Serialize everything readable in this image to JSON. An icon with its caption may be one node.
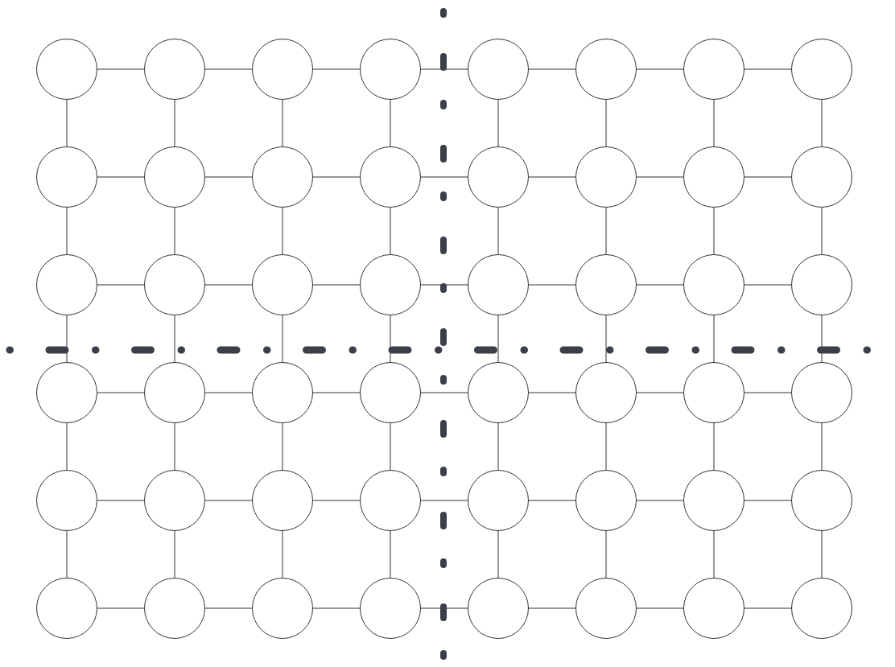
{
  "diagram": {
    "nodes": [
      {
        "text": [],
        "shape": "circle"
      },
      {
        "text": [],
        "shape": "circle"
      },
      {
        "text": [],
        "shape": "circle"
      },
      {
        "text": [],
        "shape": "circle"
      },
      {
        "text": [],
        "shape": "circle"
      },
      {
        "text": [],
        "shape": "circle"
      },
      {
        "text": [],
        "shape": "circle"
      },
      {
        "text": [],
        "shape": "circle"
      },
      {
        "text": [],
        "shape": "circle"
      },
      {
        "text": [],
        "shape": "circle"
      },
      {
        "text": [],
        "shape": "circle"
      },
      {
        "text": [],
        "shape": "circle"
      },
      {
        "text": [],
        "shape": "circle"
      },
      {
        "text": [],
        "shape": "circle"
      },
      {
        "text": [],
        "shape": "circle"
      },
      {
        "text": [],
        "shape": "circle"
      },
      {
        "text": [],
        "shape": "circle"
      },
      {
        "text": [],
        "shape": "circle"
      },
      {
        "text": [],
        "shape": "circle"
      },
      {
        "text": [],
        "shape": "circle"
      },
      {
        "text": [],
        "shape": "circle"
      },
      {
        "text": [],
        "shape": "circle"
      },
      {
        "text": [],
        "shape": "circle"
      },
      {
        "text": [],
        "shape": "circle"
      },
      {
        "text": [],
        "shape": "circle"
      },
      {
        "text": [],
        "shape": "circle"
      },
      {
        "text": [],
        "shape": "circle"
      },
      {
        "text": [],
        "shape": "circle"
      },
      {
        "text": [],
        "shape": "circle"
      },
      {
        "text": [],
        "shape": "circle"
      },
      {
        "text": [],
        "shape": "circle"
      },
      {
        "text": [],
        "shape": "circle"
      },
      {
        "text": [],
        "shape": "circle"
      },
      {
        "text": [],
        "shape": "circle"
      },
      {
        "text": [],
        "shape": "circle"
      },
      {
        "text": [],
        "shape": "circle"
      },
      {
        "text": [],
        "shape": "circle"
      },
      {
        "text": [],
        "shape": "circle"
      },
      {
        "text": [],
        "shape": "circle"
      },
      {
        "text": [],
        "shape": "circle"
      },
      {
        "text": [],
        "shape": "circle"
      },
      {
        "text": [],
        "shape": "circle"
      },
      {
        "text": [],
        "shape": "circle"
      },
      {
        "text": [],
        "shape": "circle"
      },
      {
        "text": [],
        "shape": "circle"
      },
      {
        "text": [],
        "shape": "circle"
      },
      {
        "text": [],
        "shape": "circle"
      },
      {
        "text": [],
        "shape": "circle"
      }
    ],
    "edges": [
      {
        "from": 0,
        "to": 1,
        "arrow": "none"
      },
      {
        "from": 1,
        "to": 2,
        "arrow": "none"
      },
      {
        "from": 2,
        "to": 3,
        "arrow": "none"
      },
      {
        "from": 3,
        "to": 4,
        "arrow": "none"
      },
      {
        "from": 4,
        "to": 5,
        "arrow": "none"
      },
      {
        "from": 5,
        "to": 6,
        "arrow": "none"
      },
      {
        "from": 6,
        "to": 7,
        "arrow": "none"
      },
      {
        "from": 8,
        "to": 9,
        "arrow": "none"
      },
      {
        "from": 9,
        "to": 10,
        "arrow": "none"
      },
      {
        "from": 10,
        "to": 11,
        "arrow": "none"
      },
      {
        "from": 11,
        "to": 12,
        "arrow": "none"
      },
      {
        "from": 12,
        "to": 13,
        "arrow": "none"
      },
      {
        "from": 13,
        "to": 14,
        "arrow": "none"
      },
      {
        "from": 14,
        "to": 15,
        "arrow": "none"
      },
      {
        "from": 16,
        "to": 17,
        "arrow": "none"
      },
      {
        "from": 17,
        "to": 18,
        "arrow": "none"
      },
      {
        "from": 18,
        "to": 19,
        "arrow": "none"
      },
      {
        "from": 19,
        "to": 20,
        "arrow": "none"
      },
      {
        "from": 20,
        "to": 21,
        "arrow": "none"
      },
      {
        "from": 21,
        "to": 22,
        "arrow": "none"
      },
      {
        "from": 22,
        "to": 23,
        "arrow": "none"
      },
      {
        "from": 24,
        "to": 25,
        "arrow": "none"
      },
      {
        "from": 25,
        "to": 26,
        "arrow": "none"
      },
      {
        "from": 26,
        "to": 27,
        "arrow": "none"
      },
      {
        "from": 27,
        "to": 28,
        "arrow": "none"
      },
      {
        "from": 28,
        "to": 29,
        "arrow": "none"
      },
      {
        "from": 29,
        "to": 30,
        "arrow": "none"
      },
      {
        "from": 30,
        "to": 31,
        "arrow": "none"
      },
      {
        "from": 32,
        "to": 33,
        "arrow": "none"
      },
      {
        "from": 33,
        "to": 34,
        "arrow": "none"
      },
      {
        "from": 34,
        "to": 35,
        "arrow": "none"
      },
      {
        "from": 35,
        "to": 36,
        "arrow": "none"
      },
      {
        "from": 36,
        "to": 37,
        "arrow": "none"
      },
      {
        "from": 37,
        "to": 38,
        "arrow": "none"
      },
      {
        "from": 38,
        "to": 39,
        "arrow": "none"
      },
      {
        "from": 40,
        "to": 41,
        "arrow": "none"
      },
      {
        "from": 41,
        "to": 42,
        "arrow": "none"
      },
      {
        "from": 42,
        "to": 43,
        "arrow": "none"
      },
      {
        "from": 43,
        "to": 44,
        "arrow": "none"
      },
      {
        "from": 44,
        "to": 45,
        "arrow": "none"
      },
      {
        "from": 45,
        "to": 46,
        "arrow": "none"
      },
      {
        "from": 46,
        "to": 47,
        "arrow": "none"
      },
      {
        "from": 0,
        "to": 8,
        "arrow": "none"
      },
      {
        "from": 8,
        "to": 16,
        "arrow": "none"
      },
      {
        "from": 16,
        "to": 24,
        "arrow": "none"
      },
      {
        "from": 24,
        "to": 32,
        "arrow": "none"
      },
      {
        "from": 32,
        "to": 40,
        "arrow": "none"
      },
      {
        "from": 1,
        "to": 9,
        "arrow": "none"
      },
      {
        "from": 9,
        "to": 17,
        "arrow": "none"
      },
      {
        "from": 17,
        "to": 25,
        "arrow": "none"
      },
      {
        "from": 25,
        "to": 33,
        "arrow": "none"
      },
      {
        "from": 33,
        "to": 41,
        "arrow": "none"
      },
      {
        "from": 2,
        "to": 10,
        "arrow": "none"
      },
      {
        "from": 10,
        "to": 18,
        "arrow": "none"
      },
      {
        "from": 18,
        "to": 26,
        "arrow": "none"
      },
      {
        "from": 26,
        "to": 34,
        "arrow": "none"
      },
      {
        "from": 34,
        "to": 42,
        "arrow": "none"
      },
      {
        "from": 3,
        "to": 11,
        "arrow": "none"
      },
      {
        "from": 11,
        "to": 19,
        "arrow": "none"
      },
      {
        "from": 19,
        "to": 27,
        "arrow": "none"
      },
      {
        "from": 27,
        "to": 35,
        "arrow": "none"
      },
      {
        "from": 35,
        "to": 43,
        "arrow": "none"
      },
      {
        "from": 4,
        "to": 12,
        "arrow": "none"
      },
      {
        "from": 12,
        "to": 20,
        "arrow": "none"
      },
      {
        "from": 20,
        "to": 28,
        "arrow": "none"
      },
      {
        "from": 28,
        "to": 36,
        "arrow": "none"
      },
      {
        "from": 36,
        "to": 44,
        "arrow": "none"
      },
      {
        "from": 5,
        "to": 13,
        "arrow": "none"
      },
      {
        "from": 13,
        "to": 21,
        "arrow": "none"
      },
      {
        "from": 21,
        "to": 29,
        "arrow": "none"
      },
      {
        "from": 29,
        "to": 37,
        "arrow": "none"
      },
      {
        "from": 37,
        "to": 45,
        "arrow": "none"
      },
      {
        "from": 6,
        "to": 14,
        "arrow": "none"
      },
      {
        "from": 14,
        "to": 22,
        "arrow": "none"
      },
      {
        "from": 22,
        "to": 30,
        "arrow": "none"
      },
      {
        "from": 30,
        "to": 38,
        "arrow": "none"
      },
      {
        "from": 38,
        "to": 46,
        "arrow": "none"
      },
      {
        "from": 7,
        "to": 15,
        "arrow": "none"
      },
      {
        "from": 15,
        "to": 23,
        "arrow": "none"
      },
      {
        "from": 23,
        "to": 31,
        "arrow": "none"
      },
      {
        "from": 31,
        "to": 39,
        "arrow": "none"
      },
      {
        "from": 39,
        "to": 47,
        "arrow": "none"
      }
    ]
  }
}
